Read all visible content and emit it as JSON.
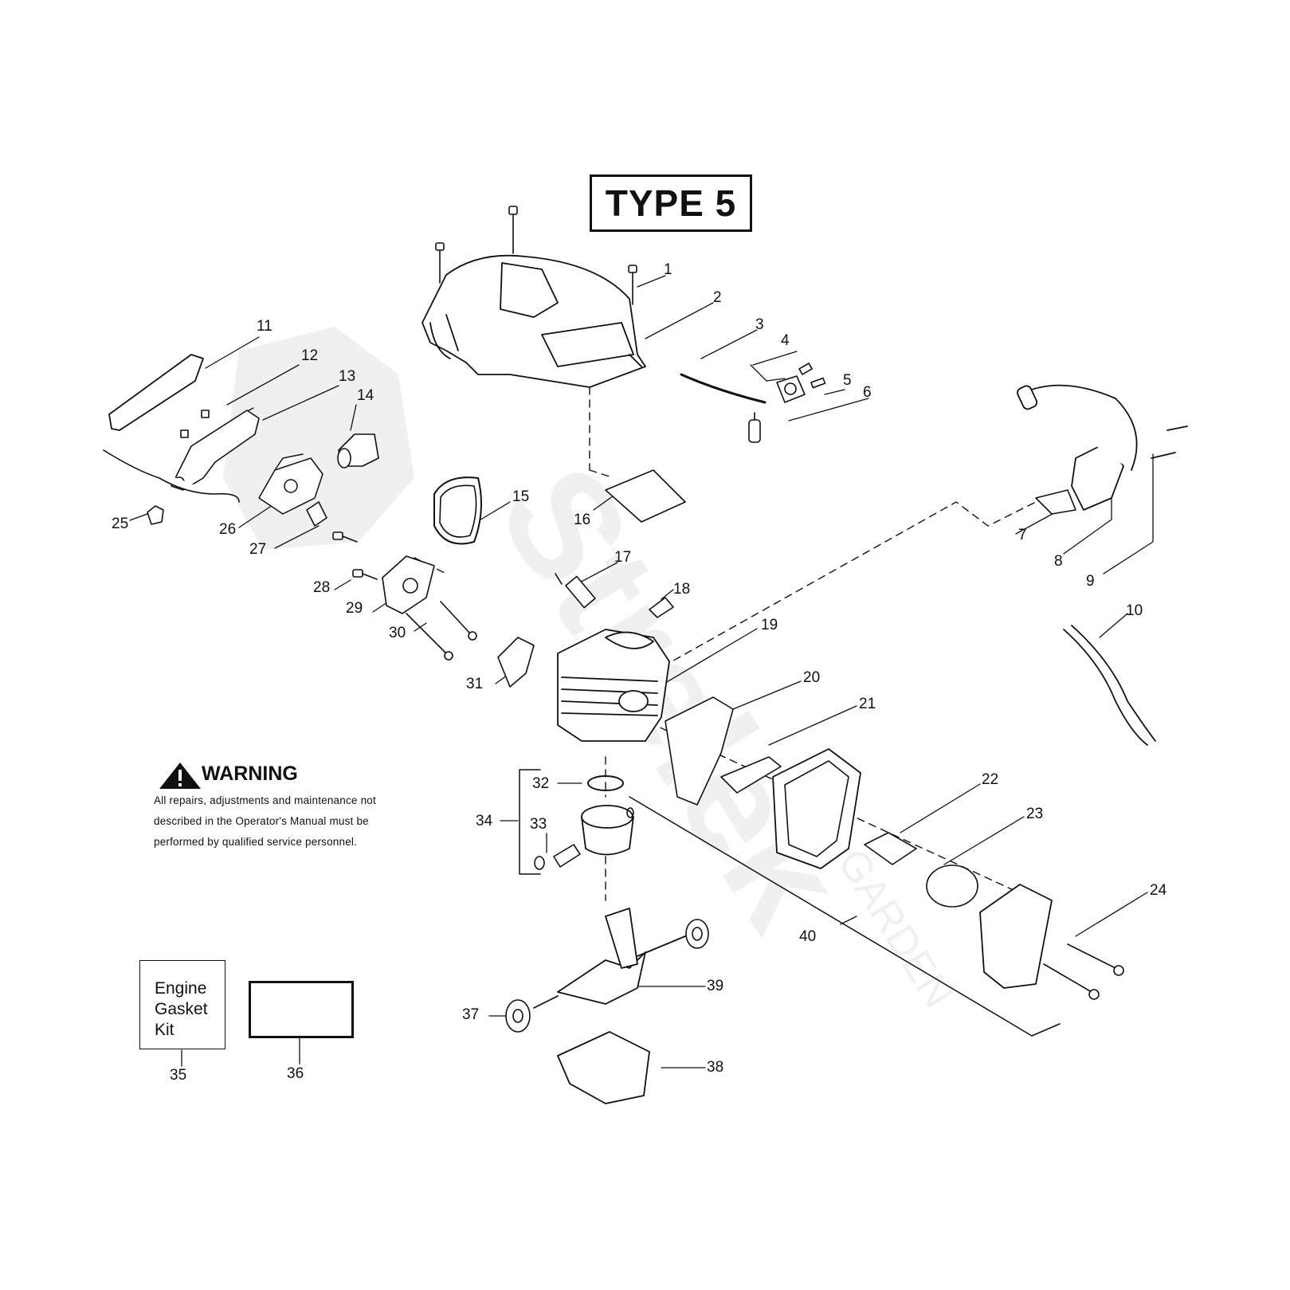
{
  "title": "TYPE 5",
  "warning": {
    "heading": "WARNING",
    "lines": [
      "All repairs, adjustments and maintenance not",
      "described in the Operator's Manual must be",
      "performed by qualified  service personnel."
    ]
  },
  "kit": {
    "lines": [
      "Engine",
      "Gasket",
      "Kit"
    ]
  },
  "watermark": "Strelek GARDEN",
  "callouts": [
    "1",
    "2",
    "3",
    "4",
    "5",
    "6",
    "7",
    "8",
    "9",
    "10",
    "11",
    "12",
    "13",
    "14",
    "15",
    "16",
    "17",
    "18",
    "19",
    "20",
    "21",
    "22",
    "23",
    "24",
    "25",
    "26",
    "27",
    "28",
    "29",
    "30",
    "31",
    "32",
    "33",
    "34",
    "35",
    "36",
    "37",
    "38",
    "39",
    "40"
  ],
  "icons": {
    "warning": "warning-triangle-icon",
    "tool": "t-wrench-icon"
  }
}
